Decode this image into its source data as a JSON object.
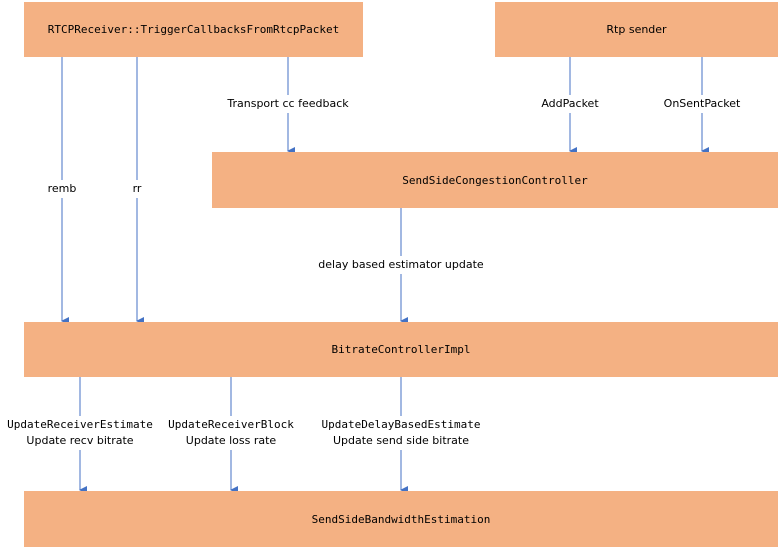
{
  "nodes": {
    "rtcp_receiver": "RTCPReceiver::TriggerCallbacksFromRtcpPacket",
    "rtp_sender": "Rtp sender",
    "send_side_cc": "SendSideCongestionController",
    "bitrate_controller": "BitrateControllerImpl",
    "send_side_bwe": "SendSideBandwidthEstimation"
  },
  "edges": {
    "transport_cc": "Transport cc feedback",
    "add_packet": "AddPacket",
    "on_sent_packet": "OnSentPacket",
    "remb": "remb",
    "rr": "rr",
    "delay_update": "delay based estimator update",
    "update_receiver_estimate": "UpdateReceiverEstimate",
    "update_recv_bitrate": "Update recv bitrate",
    "update_receiver_block": "UpdateReceiverBlock",
    "update_loss_rate": "Update loss rate",
    "update_delay_based_estimate": "UpdateDelayBasedEstimate",
    "update_send_side_bitrate": "Update send side bitrate"
  },
  "colors": {
    "node_fill": "#f4b183",
    "arrow": "#4472c4"
  }
}
